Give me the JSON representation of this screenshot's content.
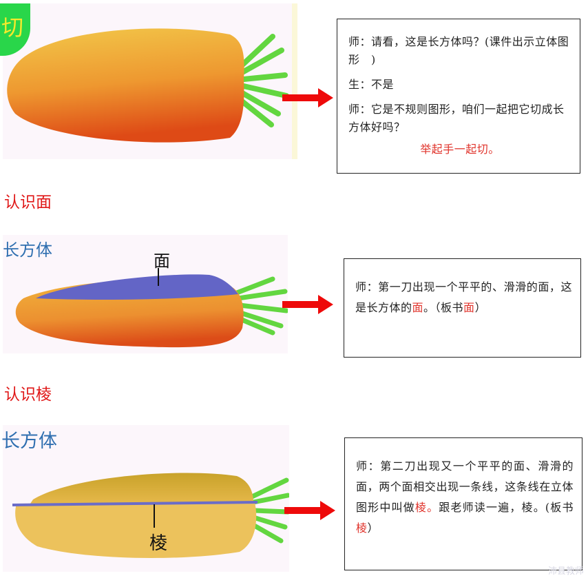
{
  "section1": {
    "cut_badge": "切",
    "box": {
      "line1": "师：请看，这是长方体吗？(课件出示立体图形　)",
      "line2": "生：不是",
      "line3": "师：它是不规则图形，咱们一起把它切成长方体好吗？",
      "line4": "举起手一起切。"
    }
  },
  "section2": {
    "heading": "认识面",
    "title": "长方体",
    "label": "面",
    "box": {
      "text_a": "师：第一刀出现一个平平的、滑滑的面，这是长方体的",
      "text_b": "面",
      "text_c": "。（板书",
      "text_d": "面",
      "text_e": "）"
    }
  },
  "section3": {
    "heading": "认识棱",
    "title": "长方体",
    "label": "棱",
    "box": {
      "text_a": "师：第二刀出现又一个平平的面、滑滑的面，两个面相交出现一条线，这条线在立体图形中叫做",
      "text_b": "棱。",
      "text_c": "跟老师读一遍，棱。(板书",
      "text_d": "棱",
      "text_e": "）"
    }
  },
  "footer": "沛县教师"
}
